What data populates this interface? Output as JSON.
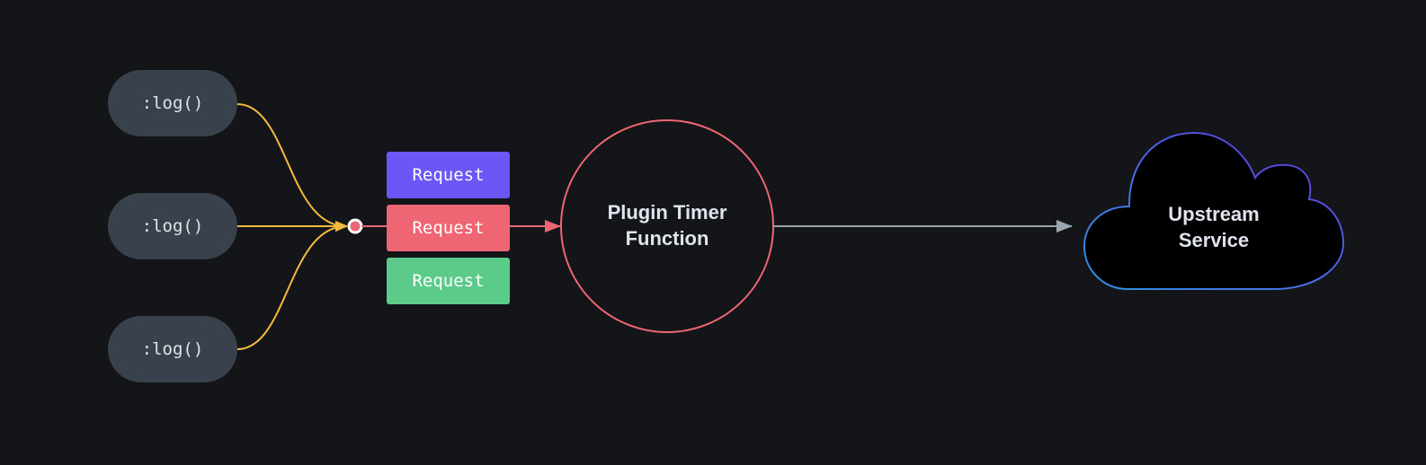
{
  "sources": [
    {
      "label": ":log()"
    },
    {
      "label": ":log()"
    },
    {
      "label": ":log()"
    }
  ],
  "requests": [
    {
      "label": "Request",
      "color": "#6a57f5"
    },
    {
      "label": "Request",
      "color": "#ee6673"
    },
    {
      "label": "Request",
      "color": "#5ccb8a"
    }
  ],
  "timer": {
    "line1": "Plugin Timer",
    "line2": "Function",
    "color": "#ee6673"
  },
  "upstream": {
    "line1": "Upstream",
    "line2": "Service"
  },
  "colors": {
    "background": "#141518",
    "fan_in": "#f5b93d",
    "request_flow": "#ee6673",
    "output_arrow": "#9aa5b1"
  }
}
